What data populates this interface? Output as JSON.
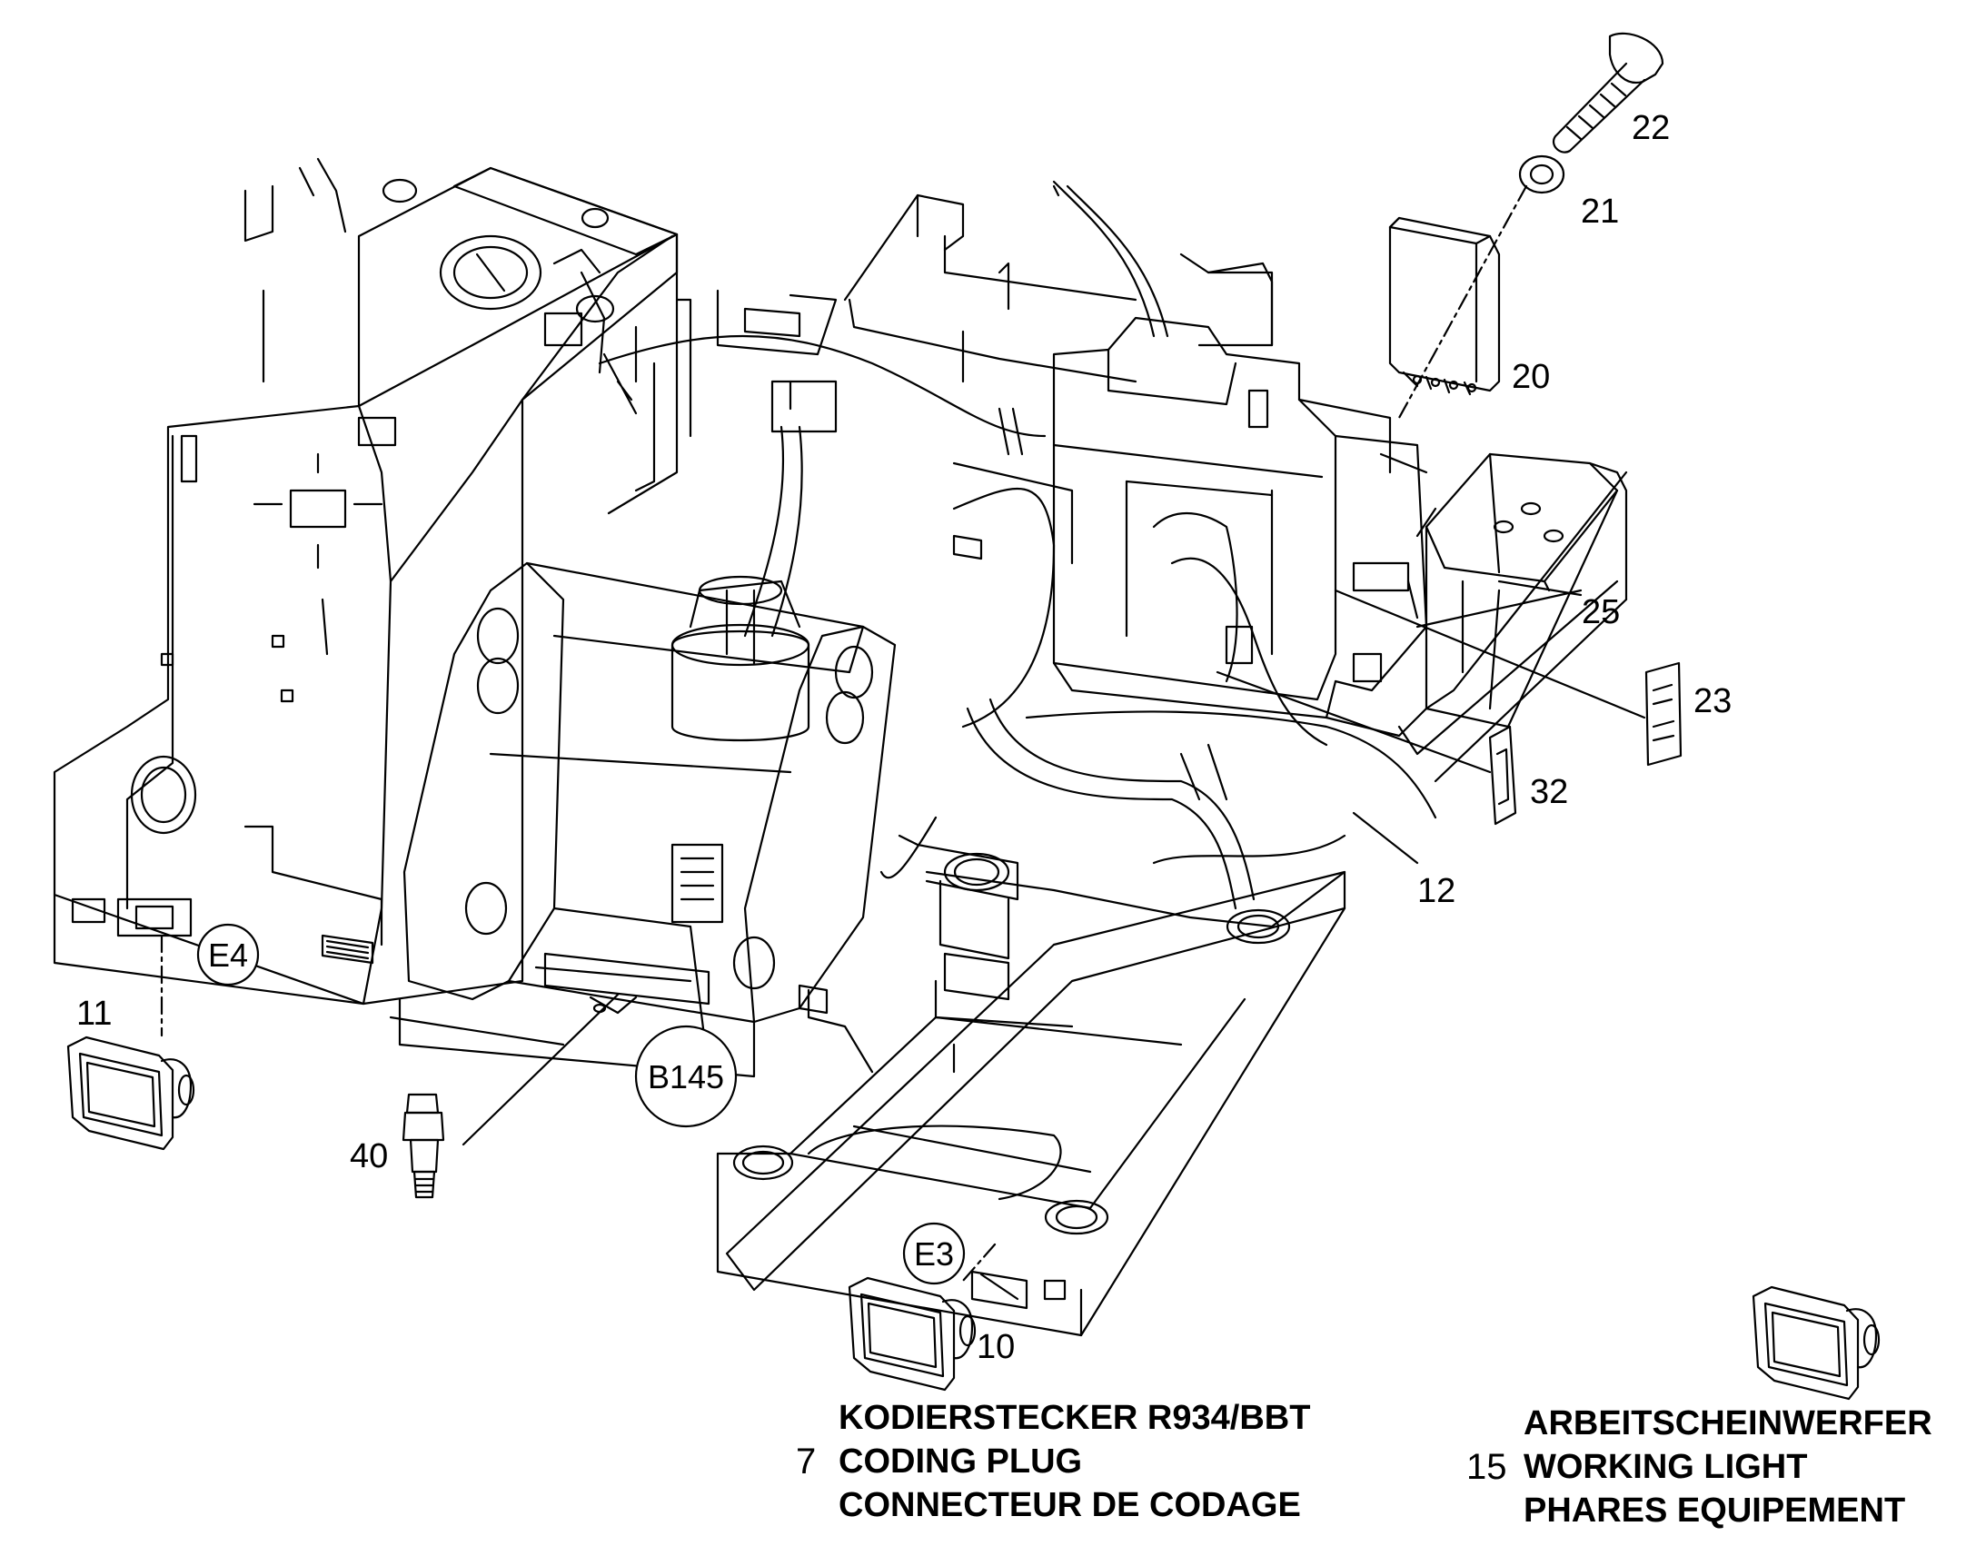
{
  "callouts": {
    "n10": "10",
    "n11": "11",
    "n12": "12",
    "n20": "20",
    "n21": "21",
    "n22": "22",
    "n23": "23",
    "n25": "25",
    "n32": "32",
    "n40": "40"
  },
  "circled_refs": {
    "e3": "E3",
    "e4": "E4",
    "b145": "B145"
  },
  "captions": {
    "coding_plug": {
      "number": "7",
      "de": "KODIERSTECKER R934/BBT",
      "en": "CODING PLUG",
      "fr": "CONNECTEUR DE CODAGE"
    },
    "working_light": {
      "number": "15",
      "de": "ARBEITSCHEINWERFER",
      "en": "WORKING LIGHT",
      "fr": "PHARES EQUIPEMENT"
    }
  },
  "colors": {
    "line": "#000000",
    "background": "#ffffff"
  }
}
